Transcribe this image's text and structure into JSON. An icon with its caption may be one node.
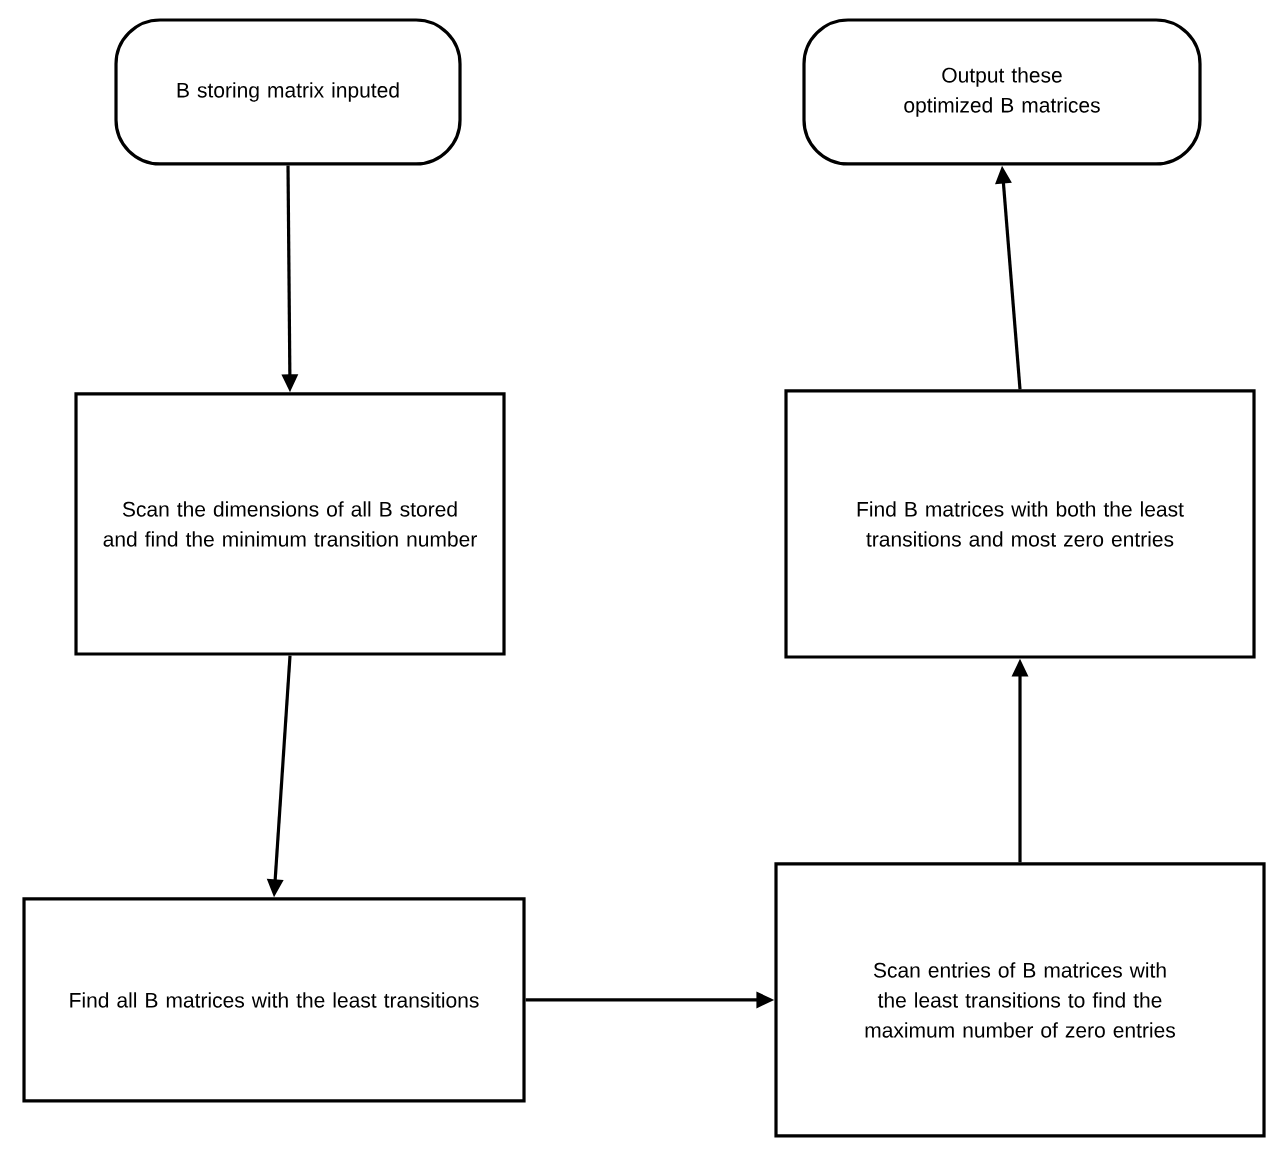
{
  "diagram": {
    "nodes": [
      {
        "text": [
          "B storing matrix inputed"
        ]
      },
      {
        "text": [
          "Scan the dimensions of all B stored and find the minimum transition number"
        ]
      },
      {
        "text": [
          "Find all B matrices with the least transitions"
        ]
      },
      {
        "text": [
          "Scan entries of B matrices with the least transitions to find the maximum number of zero entries"
        ]
      },
      {
        "text": [
          "Find B matrices with both the least transitions and most zero entries"
        ]
      },
      {
        "text": [
          "Output these optimized B matrices"
        ]
      }
    ],
    "edges": [
      {
        "from": 0,
        "to": 1,
        "arrow": "to"
      },
      {
        "from": 1,
        "to": 2,
        "arrow": "to"
      },
      {
        "from": 2,
        "to": 3,
        "arrow": "to"
      },
      {
        "from": 3,
        "to": 4,
        "arrow": "to"
      },
      {
        "from": 4,
        "to": 5,
        "arrow": "to"
      }
    ]
  }
}
